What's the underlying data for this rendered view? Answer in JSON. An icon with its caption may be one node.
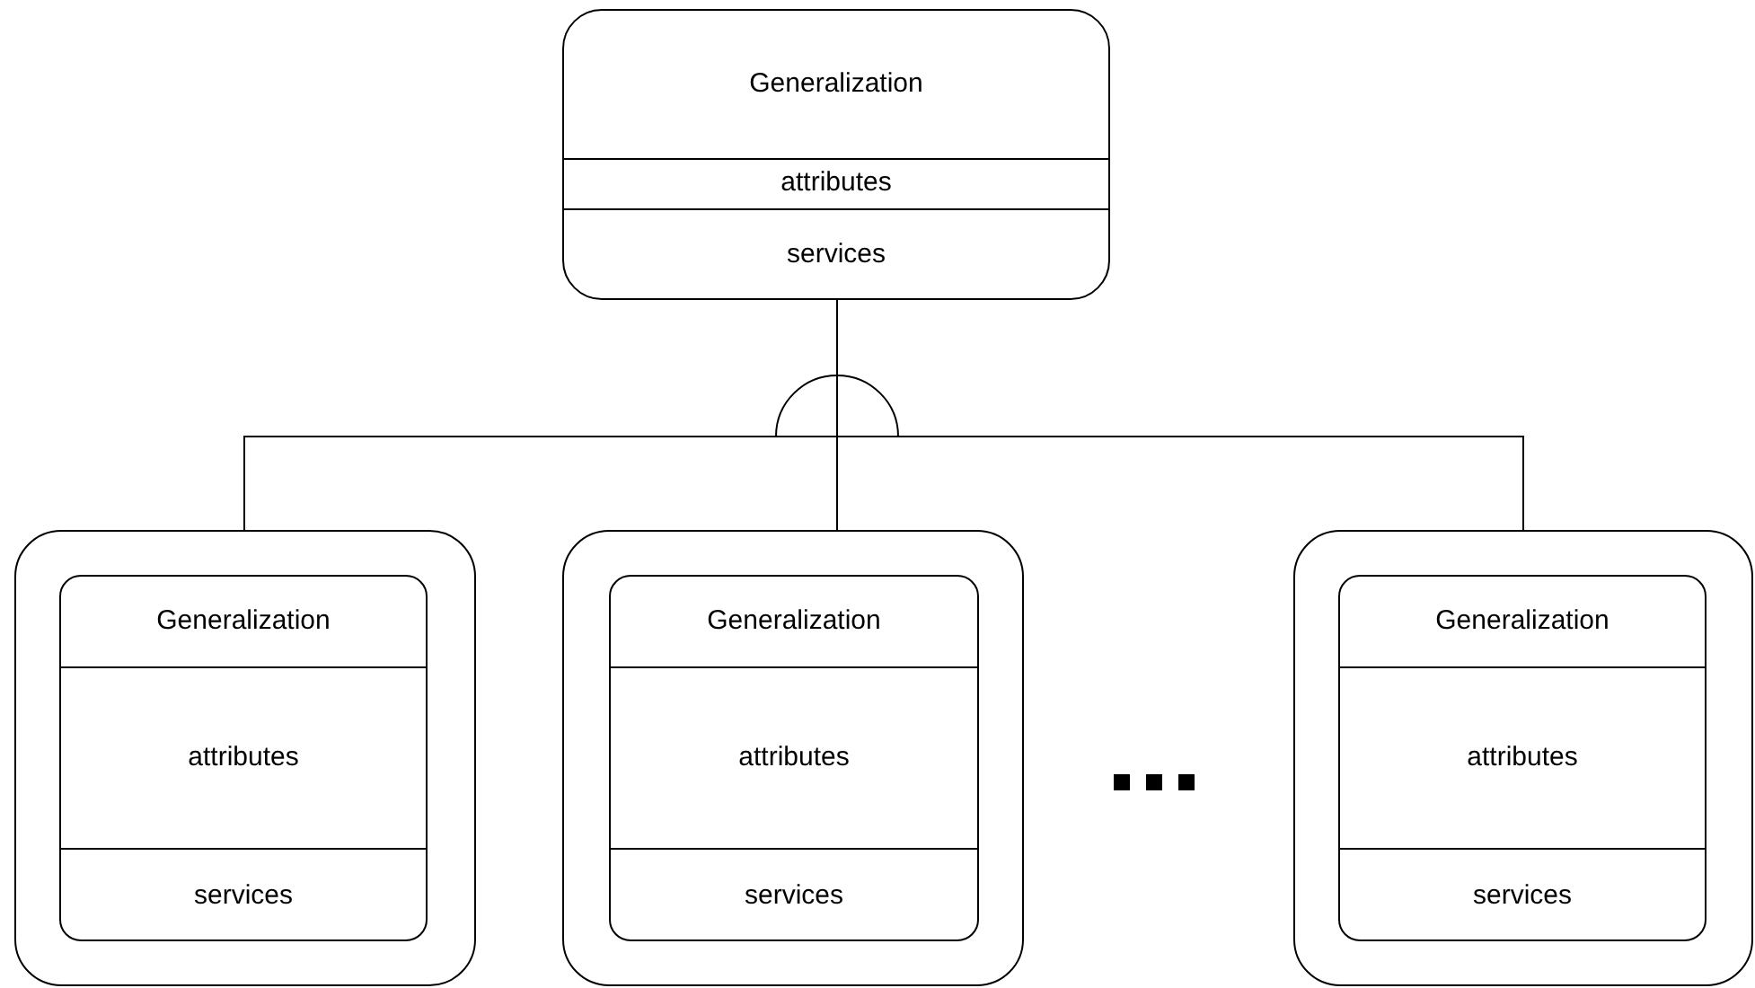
{
  "diagram": {
    "nodes": [
      {
        "text": [
          "Generalization",
          "attributes",
          "services"
        ]
      },
      {
        "text": [],
        "shape": "box"
      },
      {
        "text": [
          "Generalization",
          "attributes",
          "services"
        ],
        "in": 1
      },
      {
        "text": [],
        "shape": "box"
      },
      {
        "text": [
          "Generalization",
          "attributes",
          "services"
        ],
        "in": 3
      },
      {
        "text": [],
        "shape": "box"
      },
      {
        "text": [
          "Generalization",
          "attributes",
          "services"
        ],
        "in": 5
      }
    ],
    "edges": [
      {
        "from": 0,
        "to": 1,
        "arrow": "none"
      },
      {
        "from": 0,
        "to": 3,
        "arrow": "none"
      },
      {
        "from": 0,
        "to": 5,
        "arrow": "none"
      }
    ]
  }
}
